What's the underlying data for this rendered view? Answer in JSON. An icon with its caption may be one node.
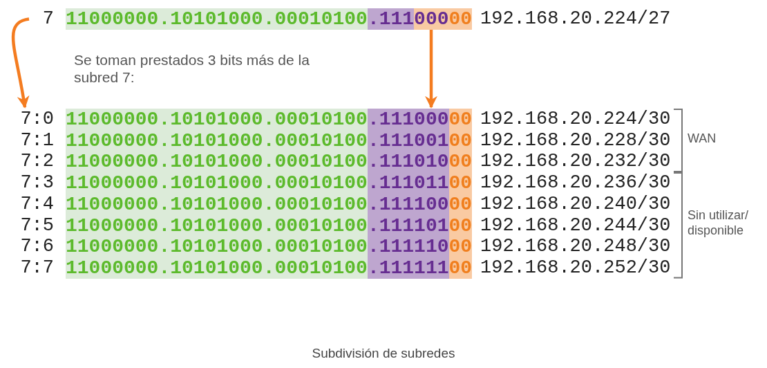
{
  "diagram": {
    "caption": "Subdivisión de subredes",
    "nodes": [
      {
        "text": [
          "7"
        ]
      },
      {
        "text": [
          "11000000.10101000.00010100",
          ".111",
          "000",
          "00"
        ],
        "beside": [
          "192.168.20.224/27"
        ]
      },
      {
        "text": [
          "7:0"
        ]
      },
      {
        "text": [
          "11000000.10101000.00010100",
          ".111000",
          "00"
        ],
        "beside": [
          "192.168.20.224/30"
        ]
      },
      {
        "text": [
          "7:1"
        ]
      },
      {
        "text": [
          "11000000.10101000.00010100",
          ".111001",
          "00"
        ],
        "beside": [
          "192.168.20.228/30"
        ]
      },
      {
        "text": [
          "7:2"
        ]
      },
      {
        "text": [
          "11000000.10101000.00010100",
          ".111010",
          "00"
        ],
        "beside": [
          "192.168.20.232/30"
        ]
      },
      {
        "text": [
          "7:3"
        ]
      },
      {
        "text": [
          "11000000.10101000.00010100",
          ".111011",
          "00"
        ],
        "beside": [
          "192.168.20.236/30"
        ]
      },
      {
        "text": [
          "7:4"
        ]
      },
      {
        "text": [
          "11000000.10101000.00010100",
          ".111100",
          "00"
        ],
        "beside": [
          "192.168.20.240/30"
        ]
      },
      {
        "text": [
          "7:5"
        ]
      },
      {
        "text": [
          "11000000.10101000.00010100",
          ".111101",
          "00"
        ],
        "beside": [
          "192.168.20.244/30"
        ]
      },
      {
        "text": [
          "7:6"
        ]
      },
      {
        "text": [
          "11000000.10101000.00010100",
          ".111110",
          "00"
        ],
        "beside": [
          "192.168.20.248/30"
        ]
      },
      {
        "text": [
          "7:7"
        ]
      },
      {
        "text": [
          "11000000.10101000.00010100",
          ".111111",
          "00"
        ],
        "beside": [
          "192.168.20.252/30"
        ]
      }
    ],
    "edges": [
      {
        "from": 0,
        "to": 2,
        "arrow": "to"
      },
      {
        "from": 1,
        "to": 3,
        "arrow": "to"
      }
    ],
    "labels": [
      "Se toman prestados 3 bits más de la subred 7:",
      "WAN",
      "Sin utilizar/ disponible"
    ]
  }
}
